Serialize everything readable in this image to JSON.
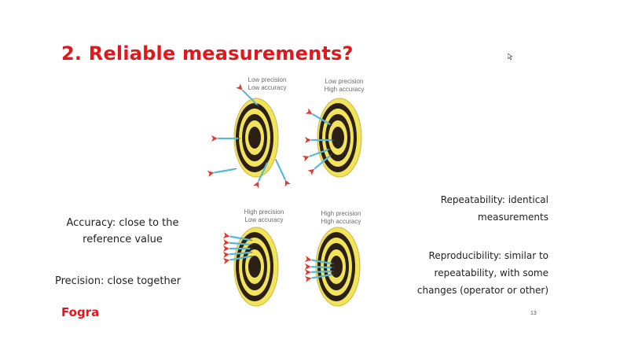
{
  "slide": {
    "title": "2. Reliable measurements?",
    "targets": [
      {
        "caption_line1": "Low precision",
        "caption_line2": "Low accuracy"
      },
      {
        "caption_line1": "Low precision",
        "caption_line2": "High accuracy"
      },
      {
        "caption_line1": "High precision",
        "caption_line2": "Low accuracy"
      },
      {
        "caption_line1": "High precision",
        "caption_line2": "High accuracy"
      }
    ],
    "accuracy_line1": "Accuracy: close to the",
    "accuracy_line2": "reference value",
    "precision_text": "Precision: close together",
    "repeatability_line1": "Repeatability: identical",
    "repeatability_line2": "measurements",
    "reproducibility_line1": "Reproducibility: similar to",
    "reproducibility_line2": "repeatability, with some",
    "reproducibility_line3": "changes (operator or other)",
    "logo_text": "Fogra",
    "page_number": "13",
    "colors": {
      "accent": "#e3161b",
      "target_yellow": "#f1e35a",
      "target_dark": "#2b1f16",
      "dart_shaft": "#58b9e0",
      "dart_flight": "#e03b30"
    },
    "icons": {
      "cursor": "mouse-pointer-icon",
      "target": "dartboard-icon",
      "dart": "dart-icon"
    }
  }
}
